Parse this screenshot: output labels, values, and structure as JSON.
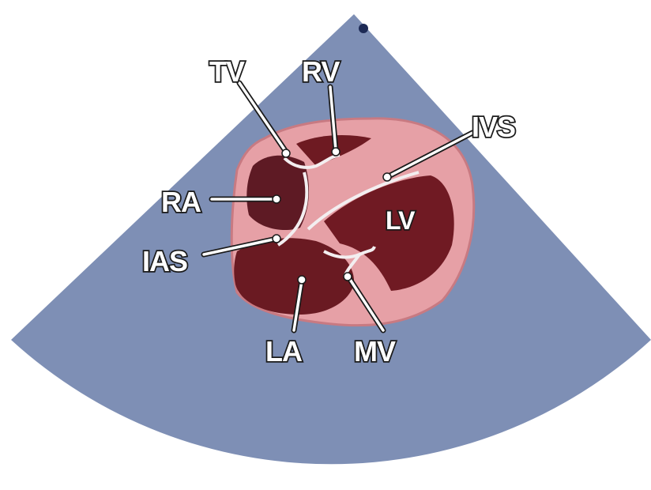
{
  "labels": {
    "tv": "TV",
    "rv": "RV",
    "ivs": "IVS",
    "ra": "RA",
    "lv": "LV",
    "ias": "IAS",
    "la": "LA",
    "mv": "MV"
  },
  "colors": {
    "sector": "#7e8fb5",
    "myocardium": "#e6a0a6",
    "chamber": "#6e1a22",
    "valve": "#f3eef0",
    "marker": "#1d2a55"
  }
}
